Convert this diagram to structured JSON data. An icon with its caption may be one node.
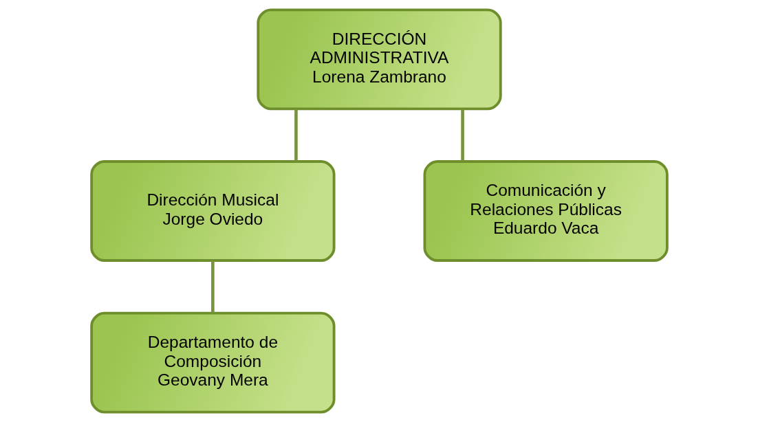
{
  "diagram": {
    "nodes": [
      {
        "text": [
          "DIRECCIÓN ADMINISTRATIVA",
          "Lorena Zambrano"
        ]
      },
      {
        "text": [
          "Dirección Musical",
          "Jorge Oviedo"
        ]
      },
      {
        "text": [
          "Comunicación y Relaciones Públicas",
          "Eduardo Vaca"
        ]
      },
      {
        "text": [
          "Departamento de Composición",
          "Geovany Mera"
        ]
      }
    ],
    "edges": [
      {
        "from": 0,
        "to": 1,
        "arrow": "none"
      },
      {
        "from": 0,
        "to": 2,
        "arrow": "none"
      },
      {
        "from": 1,
        "to": 3,
        "arrow": "none"
      }
    ]
  }
}
